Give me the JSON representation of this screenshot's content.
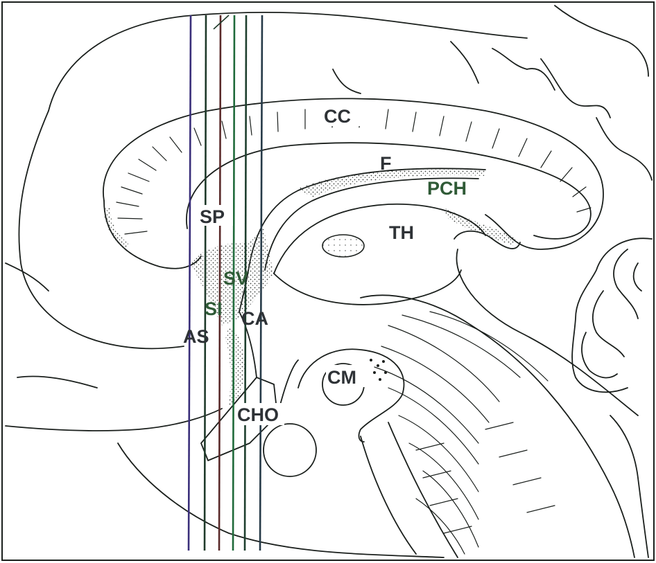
{
  "labels": {
    "cc": "CC",
    "f": "F",
    "pch": "PCH",
    "sp": "SP",
    "th": "TH",
    "sv": "SV",
    "si": "SI",
    "ca": "CA",
    "as": "AS",
    "cm": "CM",
    "cho": "CHO"
  },
  "colors": {
    "outline": "#1a1f1c",
    "label_dark": "#2e3236",
    "label_green": "#2f5a36",
    "cut_lines": [
      "#3a2f7a",
      "#1f3a2a",
      "#5a2a2a",
      "#1f6a3a",
      "#1e3f2e",
      "#263a48"
    ],
    "stipple": "#3b3f3c"
  }
}
